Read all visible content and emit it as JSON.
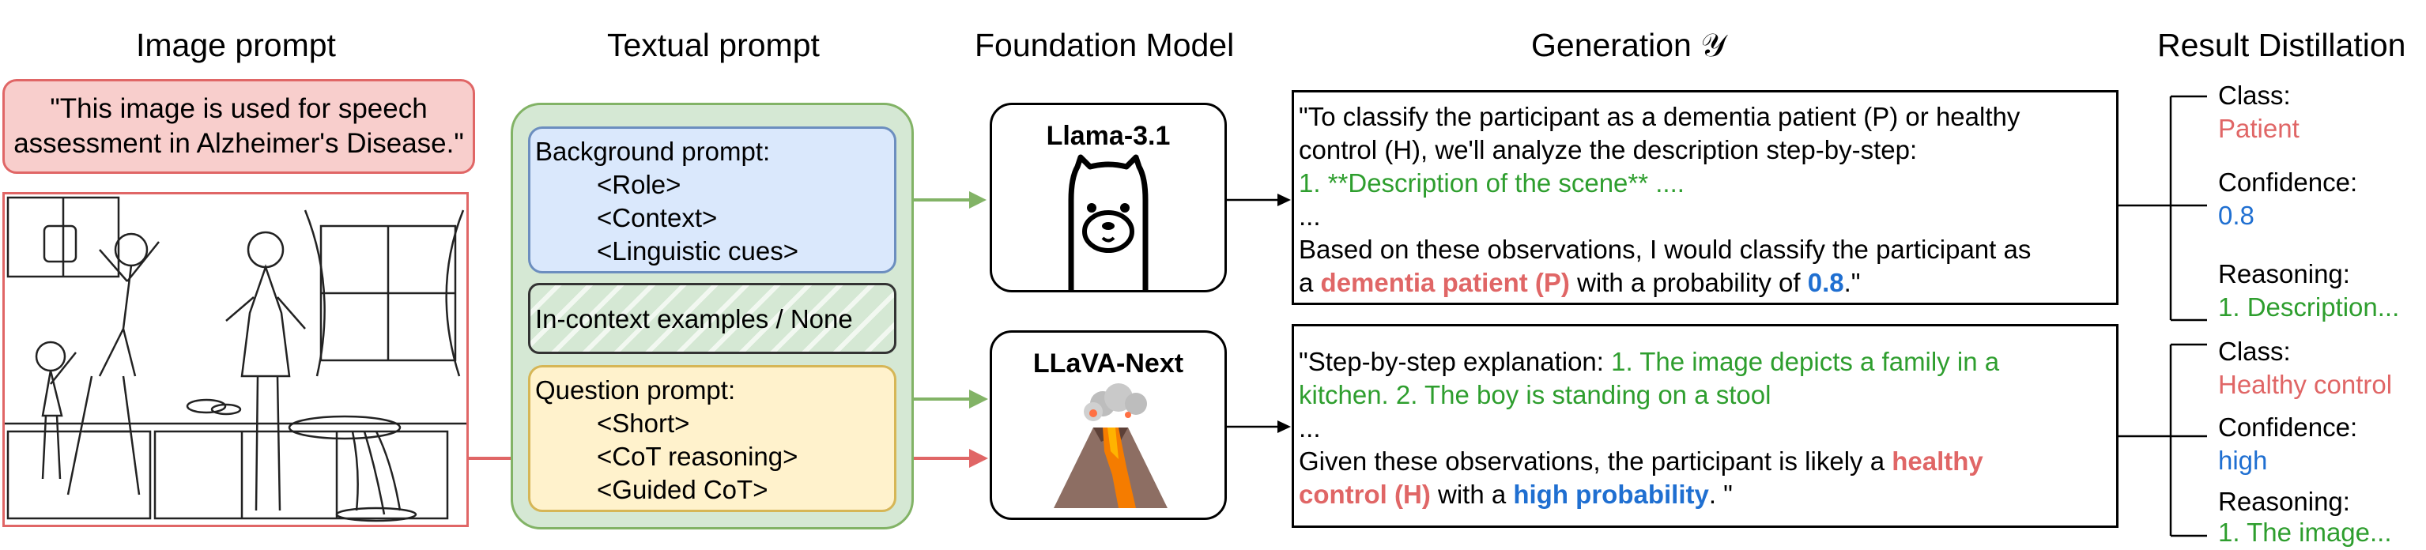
{
  "columns": {
    "image_prompt": "Image prompt",
    "textual_prompt": "Textual prompt",
    "foundation_model": "Foundation Model",
    "generation": "Generation 𝒴",
    "result_distillation": "Result Distillation"
  },
  "image_prompt_caption": "\"This image is used for speech assessment in Alzheimer's Disease.\"",
  "image_prompt_caption_lines": [
    "\"This image is used for speech",
    "assessment in Alzheimer's Disease.\""
  ],
  "textual_prompt": {
    "background": {
      "title": "Background prompt:",
      "items": [
        "<Role>",
        "<Context>",
        "<Linguistic cues>"
      ]
    },
    "in_context": "In-context examples / None",
    "question": {
      "title": "Question prompt:",
      "items": [
        "<Short>",
        "<CoT reasoning>",
        "<Guided CoT>"
      ]
    }
  },
  "models": [
    {
      "name": "Llama-3.1",
      "icon": "llama-icon"
    },
    {
      "name": "LLaVA-Next",
      "icon": "volcano-icon"
    }
  ],
  "generations": {
    "llama": {
      "line1": "\"To classify the participant as a dementia patient (P) or healthy",
      "line2": "control (H), we'll analyze the description step-by-step:",
      "line3": "1. **Description of the scene** ....",
      "line4": "...",
      "line5": "Based on these observations, I would classify the participant as",
      "line6_a": "a ",
      "line6_b": "dementia patient (P)",
      "line6_c": " with a probability of ",
      "line6_d": "0.8",
      "line6_e": ".\""
    },
    "llava": {
      "line1_a": "\"Step-by-step explanation:  ",
      "line1_b": "1. The image depicts a family in a",
      "line2": "kitchen. 2. The boy is standing on a stool",
      "line3": "...",
      "line4_a": "Given these observations, the participant is likely a ",
      "line4_b": "healthy",
      "line5_a": "control (H)",
      "line5_b": " with a ",
      "line5_c": "high probability",
      "line5_d": ". \""
    }
  },
  "results": {
    "llama": {
      "class_label": "Class:",
      "class_value": "Patient",
      "confidence_label": "Confidence:",
      "confidence_value": "0.8",
      "reasoning_label": "Reasoning:",
      "reasoning_value": "1. Description..."
    },
    "llava": {
      "class_label": "Class:",
      "class_value": "Healthy control",
      "confidence_label": "Confidence:",
      "confidence_value": "high",
      "reasoning_label": "Reasoning:",
      "reasoning_value": "1. The image..."
    }
  },
  "colors": {
    "caption_fill": "#f8cecc",
    "caption_border": "#e06666",
    "textual_panel_fill": "#d5e8d4",
    "textual_panel_border": "#82b366",
    "background_fill": "#dae8fc",
    "background_border": "#6c8ebf",
    "question_fill": "#fff2cc",
    "question_border": "#d6b656",
    "green_text": "#2e9e2e",
    "red_text": "#e06666",
    "blue_text": "#1f6fd1"
  }
}
